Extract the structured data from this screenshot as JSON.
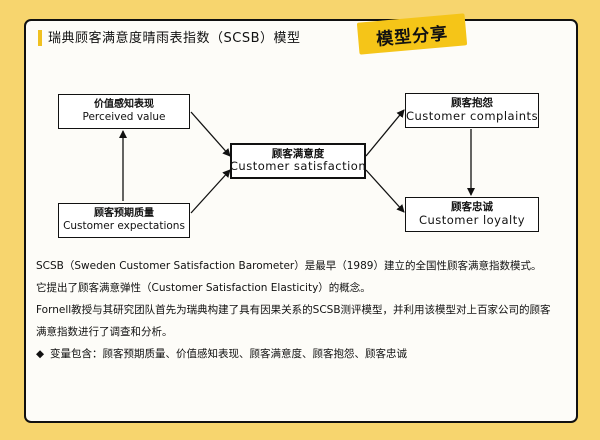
{
  "title": "瑞典顾客满意度晴雨表指数（SCSB）模型",
  "badge": "模型分享",
  "nodes": {
    "perceived": {
      "zh": "价值感知表现",
      "en": "Perceived value"
    },
    "expectations": {
      "zh": "顾客预期质量",
      "en": "Customer expectations"
    },
    "satisfaction": {
      "zh": "顾客满意度",
      "en": "Customer satisfaction"
    },
    "complaints": {
      "zh": "顾客抱怨",
      "en": "Customer complaints"
    },
    "loyalty": {
      "zh": "顾客忠诚",
      "en": "Customer loyalty"
    }
  },
  "paragraphs": {
    "p1": "SCSB（Sweden Customer Satisfaction Barometer）是最早（1989）建立的全国性顾客满意指数模式。",
    "p2": "它提出了顾客满意弹性（Customer Satisfaction Elasticity）的概念。",
    "p3": "Fornell教授与其研究团队首先为瑞典构建了具有因果关系的SCSB测评模型，并利用该模型对上百家公司的顾客满意指数进行了调查和分析。",
    "bullet_icon": "diamond-bullet-icon",
    "bullet_text": "变量包含：顾客预期质量、价值感知表现、顾客满意度、顾客抱怨、顾客忠诚"
  }
}
